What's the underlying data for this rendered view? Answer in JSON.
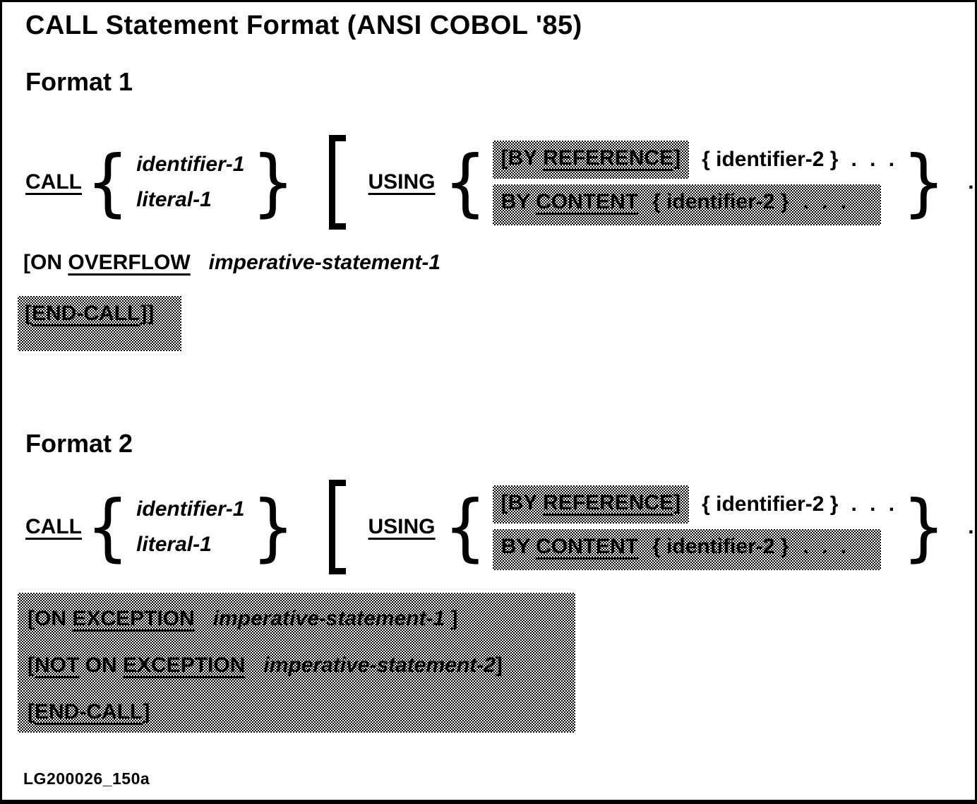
{
  "page": {
    "title": "CALL Statement Format (ANSI COBOL '85)",
    "figure_id": "LG200026_150a",
    "ink_color": "#000000",
    "paper_color": "#ffffff"
  },
  "sections": [
    {
      "heading": "Format 1"
    },
    {
      "heading": "Format 2"
    }
  ],
  "syntax": {
    "call_kw": "CALL",
    "identifier_1": "identifier-1",
    "literal_1": "literal-1",
    "using_kw": "USING",
    "lbrace": "{",
    "rbrace": "}",
    "by_reference_open": "[BY ",
    "reference_kw": "REFERENCE",
    "by_reference_close": "]",
    "identifier_2_group": "{ identifier-2 }",
    "by_kw": "BY ",
    "content_kw": "CONTENT",
    "dots": ". . ."
  },
  "format1": {
    "on_open": "[ON ",
    "overflow_kw": "OVERFLOW",
    "imperative_1": "imperative-statement-1",
    "end_call_open": "[",
    "end_call_kw": "END-CALL",
    "end_call_close": "]]"
  },
  "format2": {
    "on_open": "[ON ",
    "exception_kw": "EXCEPTION",
    "imperative_1": "imperative-statement-1",
    "exception_close": " ]",
    "not_open": "[",
    "not_kw": "NOT",
    "on_mid": " ON ",
    "imperative_2": "imperative-statement-2",
    "not_close": "]",
    "end_call_open": "[",
    "end_call_kw": "END-CALL",
    "end_call_close": "]"
  }
}
